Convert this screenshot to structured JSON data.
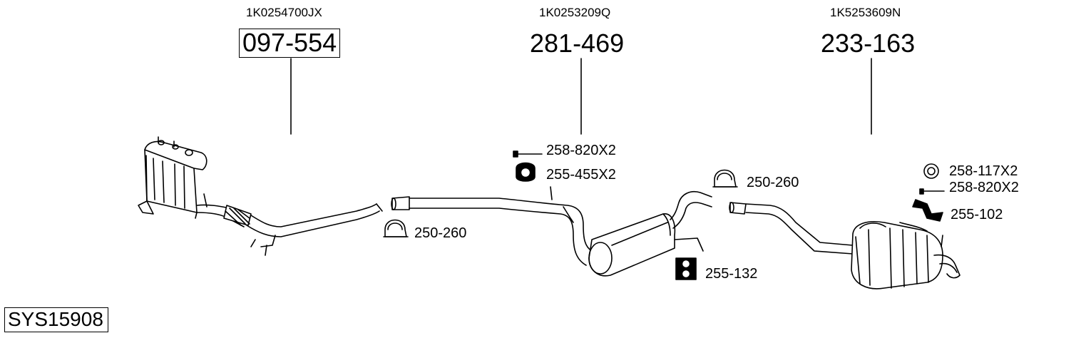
{
  "parts": [
    {
      "oe": "1K0254700JX",
      "number": "097-554"
    },
    {
      "oe": "1K0253209Q",
      "number": "281-469"
    },
    {
      "oe": "1K5253609N",
      "number": "233-163"
    }
  ],
  "accessories": [
    {
      "label": "258-820X2",
      "icon": "bolt-icon"
    },
    {
      "label": "255-455X2",
      "icon": "rubber-hanger-icon"
    },
    {
      "label": "250-260",
      "icon": "pipe-clamp-icon"
    },
    {
      "label": "250-260",
      "icon": "pipe-clamp-icon"
    },
    {
      "label": "255-132",
      "icon": "rubber-mount-icon"
    },
    {
      "label": "258-117X2",
      "icon": "washer-ring-icon"
    },
    {
      "label": "258-820X2",
      "icon": "bolt-icon"
    },
    {
      "label": "255-102",
      "icon": "bracket-icon"
    }
  ],
  "system_code": "SYS15908"
}
